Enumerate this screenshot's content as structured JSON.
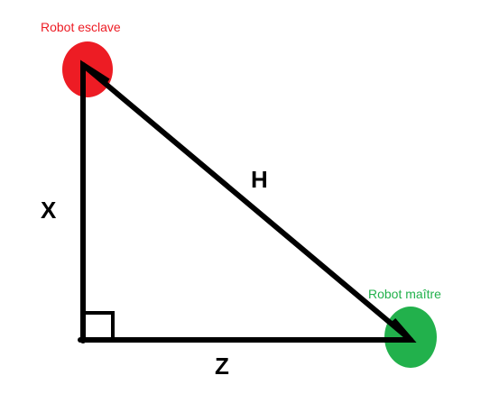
{
  "nodes": {
    "slave": {
      "label": "Robot esclave",
      "color": "#ed1c24"
    },
    "master": {
      "label": "Robot maître",
      "color": "#22b14c"
    }
  },
  "edges": {
    "x": {
      "label": "X"
    },
    "z": {
      "label": "Z"
    },
    "h": {
      "label": "H"
    }
  },
  "line_color": "#000000"
}
